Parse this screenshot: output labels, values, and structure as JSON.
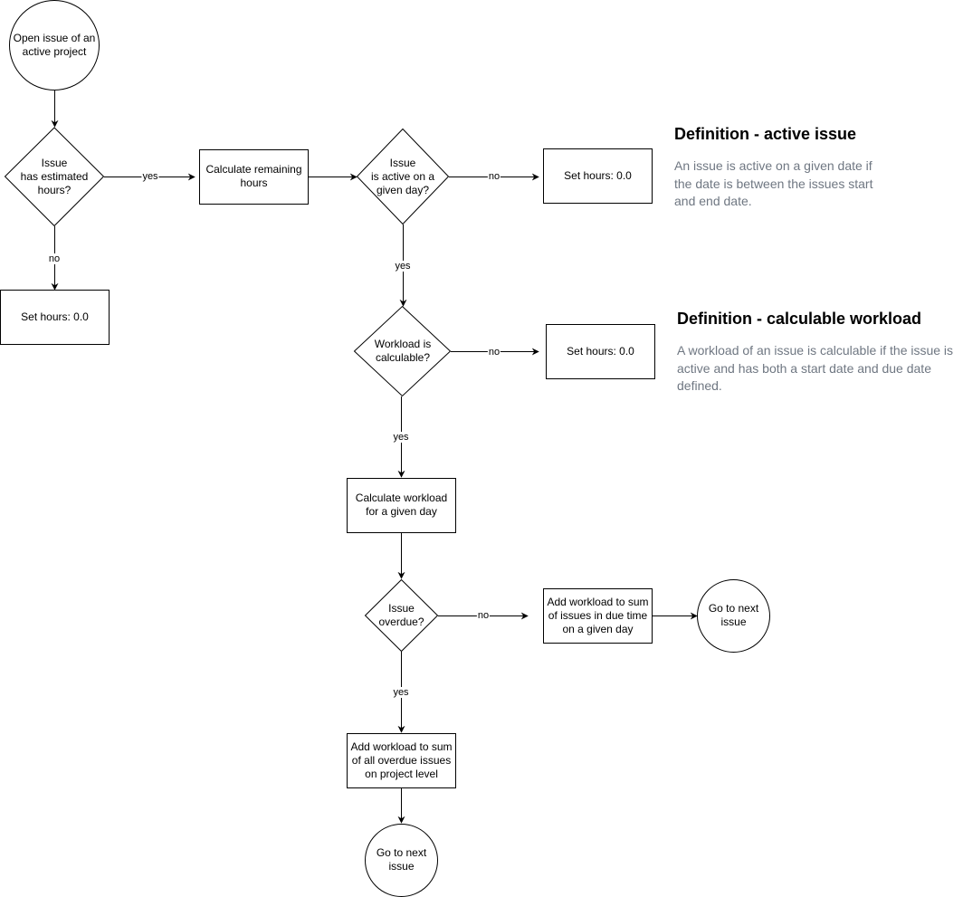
{
  "nodes": {
    "start": "Open issue of an\nactive project",
    "has_estimated_hours": "Issue\nhas estimated\nhours?",
    "set_hours_a": "Set hours: 0.0",
    "calc_remaining": "Calculate remaining\nhours",
    "is_active": "Issue\nis active on a\ngiven day?",
    "set_hours_b": "Set hours: 0.0",
    "workload_calculable": "Workload  is\ncalculable?",
    "set_hours_c": "Set hours: 0.0",
    "calc_workload": "Calculate workload\nfor a given day",
    "overdue": "Issue\noverdue?",
    "add_due_time": "Add workload to sum\nof issues in due time\non a given day",
    "next_issue_right": "Go to next\nissue",
    "add_overdue": "Add workload to sum\nof all overdue issues\non project level",
    "next_issue_bottom": "Go to next\nissue"
  },
  "edge_labels": {
    "estimated_yes": "yes",
    "estimated_no": "no",
    "active_no": "no",
    "active_yes": "yes",
    "calculable_no": "no",
    "calculable_yes": "yes",
    "overdue_no": "no",
    "overdue_yes": "yes"
  },
  "definitions": {
    "active_issue": {
      "title": "Definition - active issue",
      "body": "An issue is active on a given date if the date is between the issues start and end date."
    },
    "calculable_workload": {
      "title": "Definition - calculable workload",
      "body": "A workload of an issue is calculable if the issue is active and has both a start date and due date defined."
    }
  },
  "colors": {
    "stroke": "#000000",
    "definition_text": "#6f7782"
  }
}
